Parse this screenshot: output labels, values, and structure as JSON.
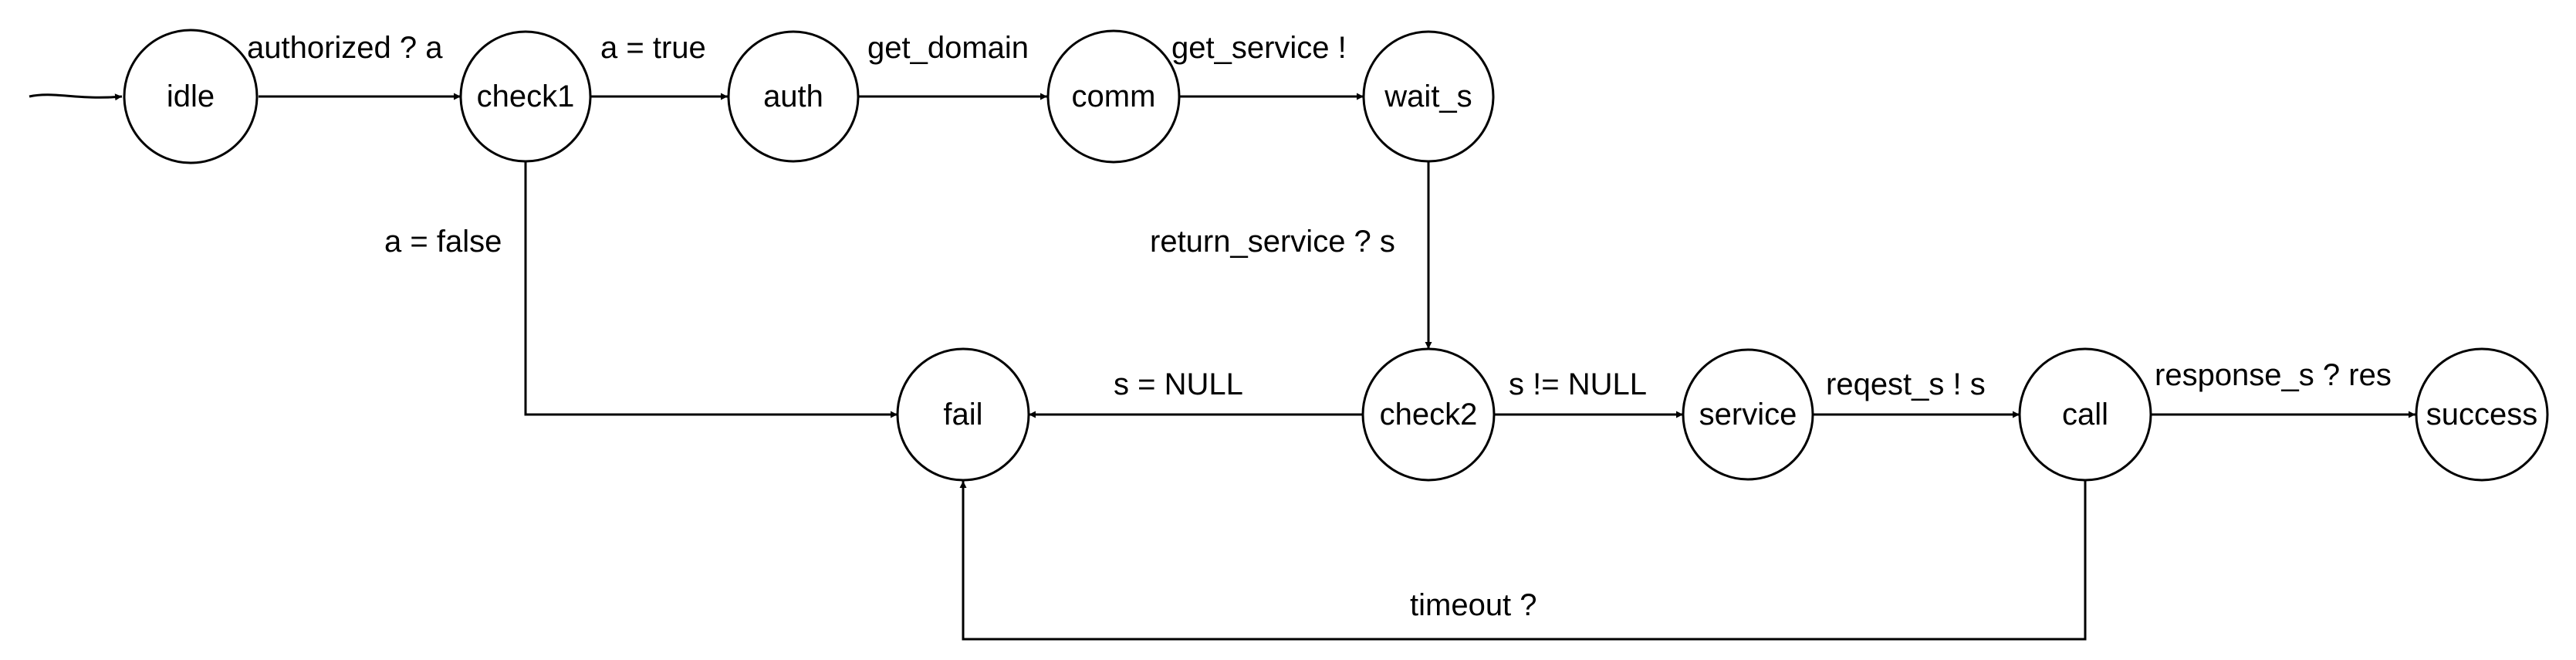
{
  "diagram": {
    "type": "state-machine",
    "states": {
      "idle": "idle",
      "check1": "check1",
      "auth": "auth",
      "comm": "comm",
      "wait_s": "wait_s",
      "fail": "fail",
      "check2": "check2",
      "service": "service",
      "call": "call",
      "success": "success"
    },
    "transitions": {
      "idle_check1": "authorized ? a",
      "check1_auth": "a = true",
      "auth_comm": "get_domain",
      "comm_wait_s": "get_service !",
      "check1_fail": "a = false",
      "wait_s_check2": "return_service ? s",
      "check2_fail": "s = NULL",
      "check2_service": "s != NULL",
      "service_call": "reqest_s ! s",
      "call_success": "response_s ? res",
      "call_fail": "timeout ?"
    }
  }
}
